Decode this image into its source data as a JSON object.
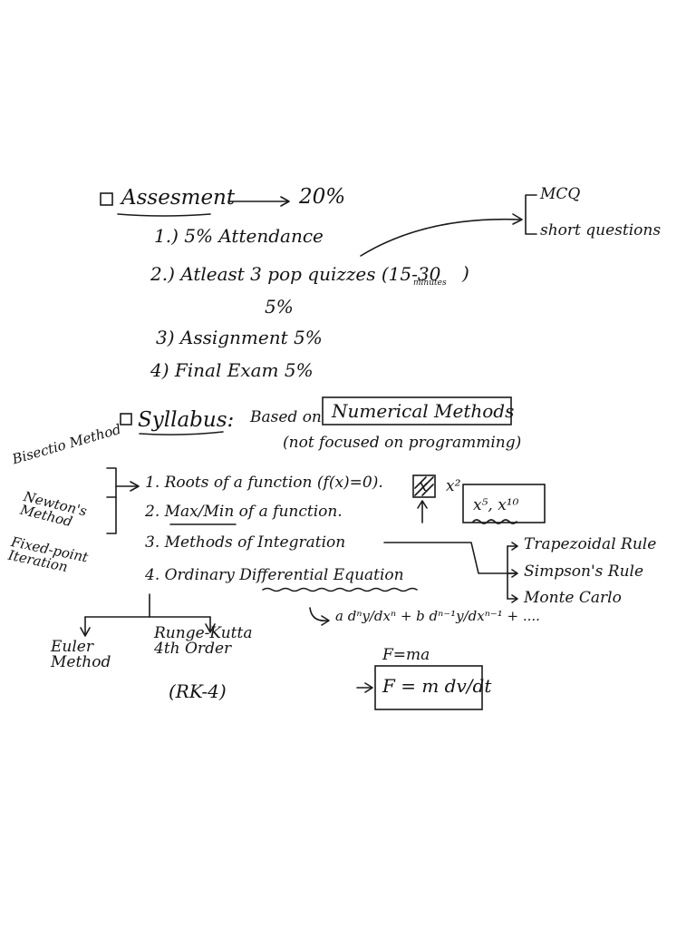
{
  "assessment": {
    "heading": "Assesment",
    "total": "20%",
    "items": [
      "1.) 5% Attendance",
      "2.) Atleast 3 pop quizzes (15-30",
      "minutes",
      "5%",
      "3) Assignment 5%",
      "4) Final Exam 5%"
    ],
    "quiz_types": [
      "MCQ",
      "short questions"
    ]
  },
  "syllabus": {
    "heading": "Syllabus:",
    "based_on": "Based on",
    "book": "Numerical Methods",
    "note": "(not focused on programming)",
    "topics": [
      "1. Roots of a function (f(x)=0).",
      "2. Max/Min of a function.",
      "3. Methods of Integration",
      "4. Ordinary Differential Equation"
    ],
    "root_methods": [
      "Bisectio Method",
      "Newton's Method",
      "Fixed-point Iteration"
    ],
    "integration_methods": [
      "Trapezoidal Rule",
      "Simpson's Rule",
      "Monte Carlo"
    ],
    "ode_methods": [
      "Euler Method",
      "Runge-Kutta 4th Order",
      "(RK-4)"
    ],
    "max_min_examples": {
      "x_box": "x",
      "x_squared": "x²",
      "powers": "x⁵, x¹⁰"
    },
    "ode_expression": "a dⁿy/dxⁿ + b dⁿ⁻¹y/dxⁿ⁻¹ + ....",
    "newton": {
      "short": "F=ma",
      "full": "F = m dv/dt"
    }
  }
}
